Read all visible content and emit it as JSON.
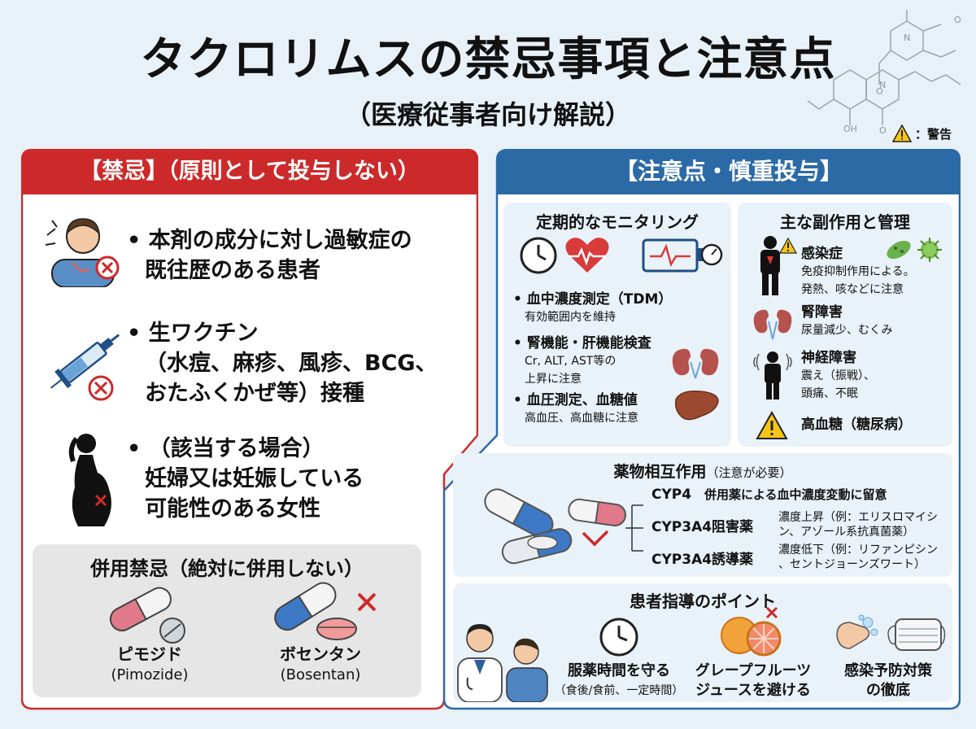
{
  "title": "タクロリムスの禁忌事項と注意点",
  "subtitle": "（医療従事者向け解説）",
  "legend": {
    "warning_label": "：警告"
  },
  "contraindications": {
    "header": "【禁忌】（原則として投与しない）",
    "items": [
      {
        "line1": "• 本剤の成分に対し過敏症の",
        "line2": "既往歴のある患者"
      },
      {
        "line1": "• 生ワクチン",
        "line2": "（水痘、麻疹、風疹、BCG、",
        "line3": "おたふくかぜ等）接種"
      },
      {
        "line1": "• （該当する場合）",
        "line2": "妊婦又は妊娠している",
        "line3": "可能性のある女性"
      }
    ],
    "combo": {
      "title": "併用禁忌（絶対に併用しない）",
      "drugs": [
        {
          "ja": "ピモジド",
          "en": "(Pimozide)"
        },
        {
          "ja": "ボセンタン",
          "en": "(Bosentan)"
        }
      ]
    }
  },
  "cautions": {
    "header": "【注意点・慎重投与】",
    "monitoring": {
      "title": "定期的なモニタリング",
      "items": [
        {
          "main": "• 血中濃度測定（TDM）",
          "sub": "有効範囲内を維持"
        },
        {
          "main": "• 腎機能・肝機能検査",
          "sub": "Cr, ALT, AST等の",
          "sub2": "上昇に注意"
        },
        {
          "main": "• 血圧測定、血糖値",
          "sub": "高血圧、高血糖に注意"
        }
      ]
    },
    "side_effects": {
      "title": "主な副作用と管理",
      "items": [
        {
          "main": "感染症",
          "sub": "免疫抑制作用による。",
          "sub2": "発熱、咳などに注意"
        },
        {
          "main": "腎障害",
          "sub": "尿量減少、むくみ"
        },
        {
          "main": "神経障害",
          "sub": "震え（振戦）、",
          "sub2": "頭痛、不眠"
        },
        {
          "main": "高血糖（糖尿病）"
        }
      ]
    },
    "interactions": {
      "title": "薬物相互作用",
      "title_note": "（注意が必要）",
      "rows": [
        {
          "label": "CYP4",
          "desc": "併用薬による血中濃度変動に留意"
        },
        {
          "label": "CYP3A4阻害薬",
          "desc": "濃度上昇（例：エリスロマイシ",
          "desc2": "ン、アゾール系抗真菌薬）"
        },
        {
          "label": "CYP3A4誘導薬",
          "desc": "濃度低下（例：リファンピシン",
          "desc2": "、セントジョーンズワート）"
        }
      ]
    },
    "guidance": {
      "title": "患者指導のポイント",
      "items": [
        {
          "main": "服薬時間を守る",
          "sub": "（食後/食前、一定時間）"
        },
        {
          "main": "グレープフルーツ",
          "sub_bold": "ジュースを避ける"
        },
        {
          "main": "感染予防対策",
          "sub_bold": "の徹底"
        }
      ]
    }
  },
  "colors": {
    "red": "#cc2a2a",
    "blue": "#2c6aa6",
    "bg": "#e8f1f8"
  }
}
